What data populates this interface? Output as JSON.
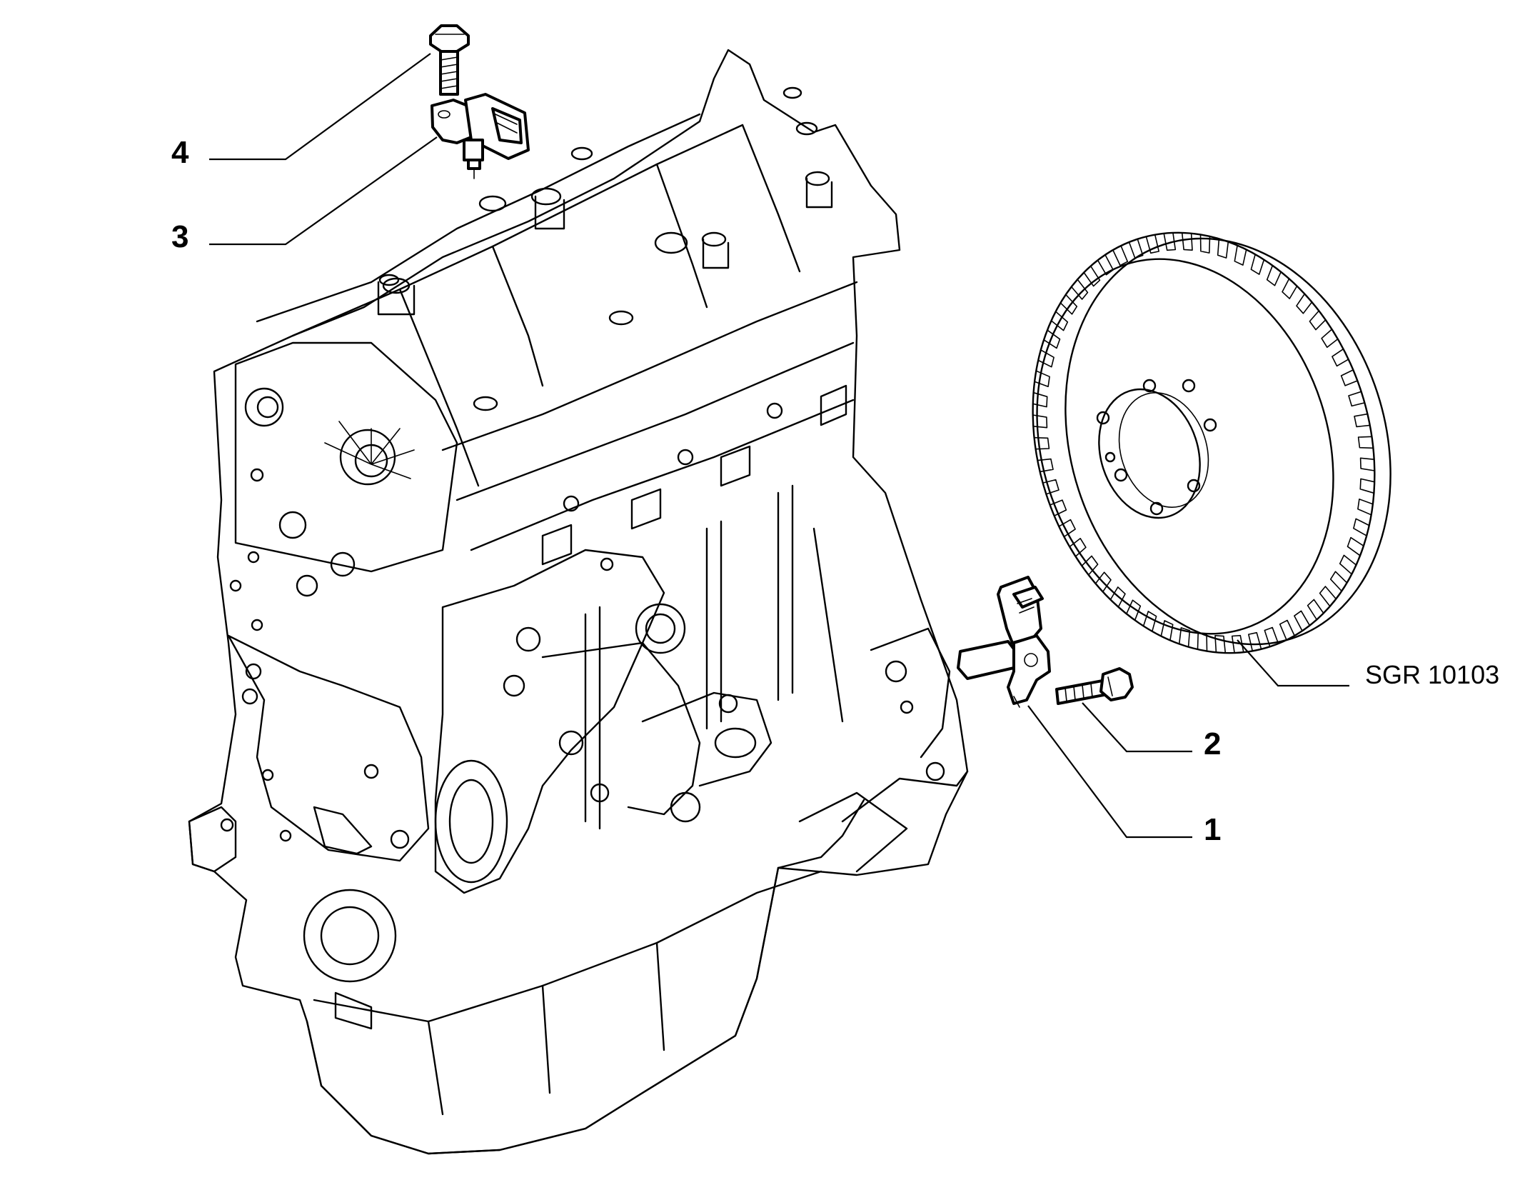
{
  "labels": {
    "part_1": "1",
    "part_2": "2",
    "part_3": "3",
    "part_4": "4",
    "reference": "SGR 10103"
  },
  "icons": [
    "engine-block-illustration",
    "camshaft-sensor-icon",
    "sensor-bolt-icon",
    "crankshaft-sensor-icon",
    "flywheel-tone-wheel-icon"
  ]
}
